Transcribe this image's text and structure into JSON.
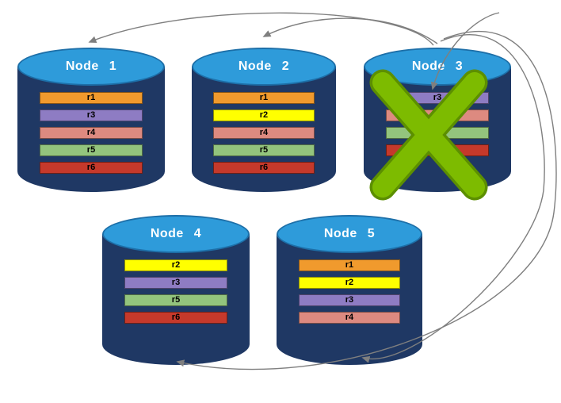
{
  "diagram": {
    "description": "Distributed database nodes with replica placement; Node 3 failed and its replicas are re-distributed to the other nodes",
    "arrow_color": "#7f7f7f",
    "failure_x_color": "#7dbb00",
    "failure_x_outline_color": "#5c8f00",
    "cylinder_body_color": "#1f3864",
    "cylinder_top_color": "#2e9bda",
    "replica_colors": {
      "r1": "#f09a2d",
      "r2": "#ffff00",
      "r3": "#8e7cc3",
      "r4": "#dd8a80",
      "r5": "#93c47d",
      "r6": "#c5392b"
    },
    "nodes": [
      {
        "id": "node1",
        "label": "Node 1",
        "failed": false,
        "replicas": [
          "r1",
          "r3",
          "r4",
          "r5",
          "r6"
        ]
      },
      {
        "id": "node2",
        "label": "Node 2",
        "failed": false,
        "replicas": [
          "r1",
          "r2",
          "r4",
          "r5",
          "r6"
        ]
      },
      {
        "id": "node3",
        "label": "Node 3",
        "failed": true,
        "replicas": [
          "r3",
          "r4",
          "r5",
          "r6"
        ]
      },
      {
        "id": "node4",
        "label": "Node 4",
        "failed": false,
        "replicas": [
          "r2",
          "r3",
          "r5",
          "r6"
        ]
      },
      {
        "id": "node5",
        "label": "Node 5",
        "failed": false,
        "replicas": [
          "r1",
          "r2",
          "r3",
          "r4"
        ]
      }
    ]
  }
}
